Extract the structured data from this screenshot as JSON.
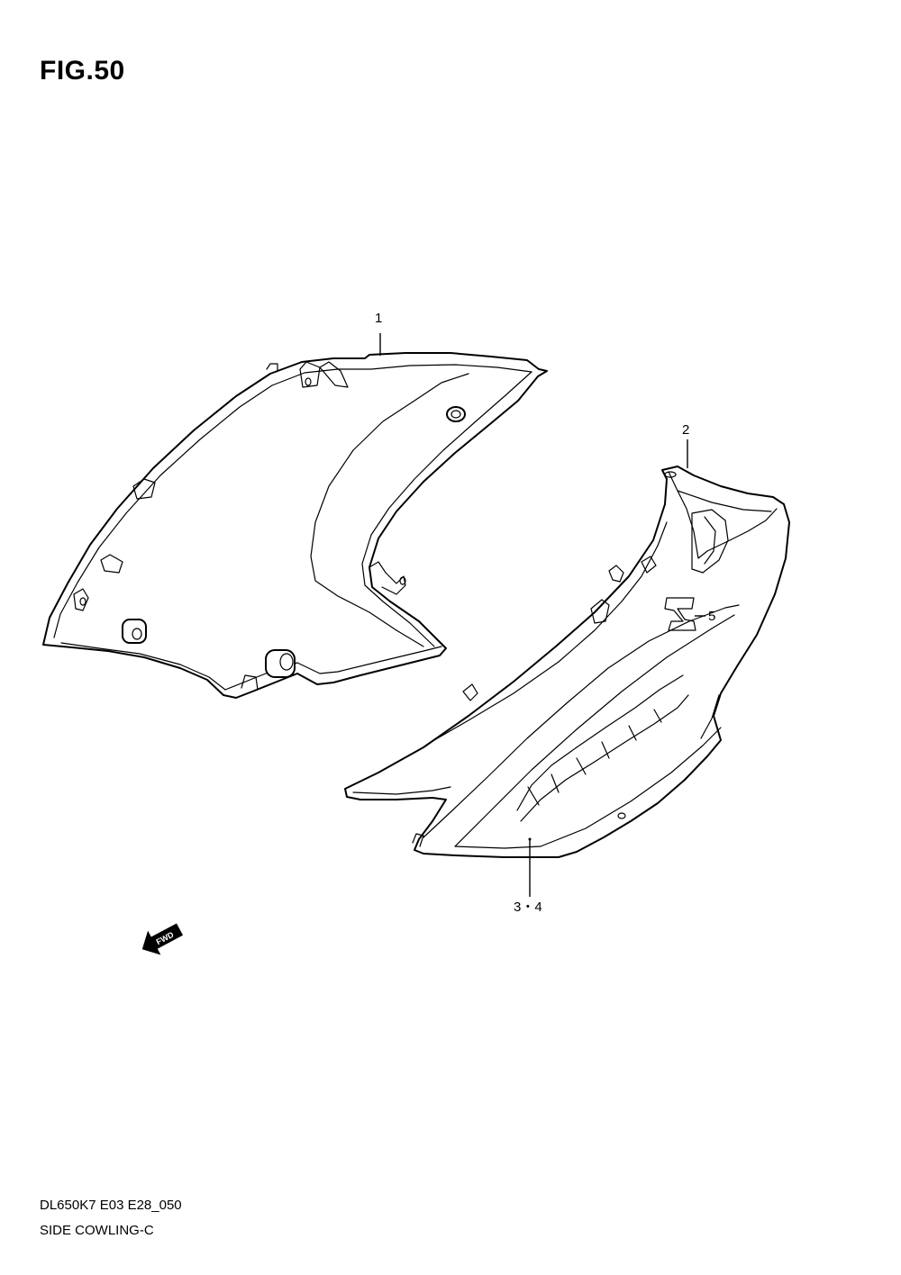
{
  "figure": {
    "title": "FIG.50"
  },
  "callouts": [
    {
      "id": "1",
      "label": "1"
    },
    {
      "id": "2",
      "label": "2"
    },
    {
      "id": "5",
      "label": "5"
    },
    {
      "id": "3-4",
      "label": "3・4"
    }
  ],
  "direction_marker": {
    "label": "FWD",
    "icon": "forward-arrow-icon"
  },
  "footer": {
    "diagram_code": "DL650K7 E03 E28_050",
    "section_name": "SIDE COWLING-C"
  }
}
